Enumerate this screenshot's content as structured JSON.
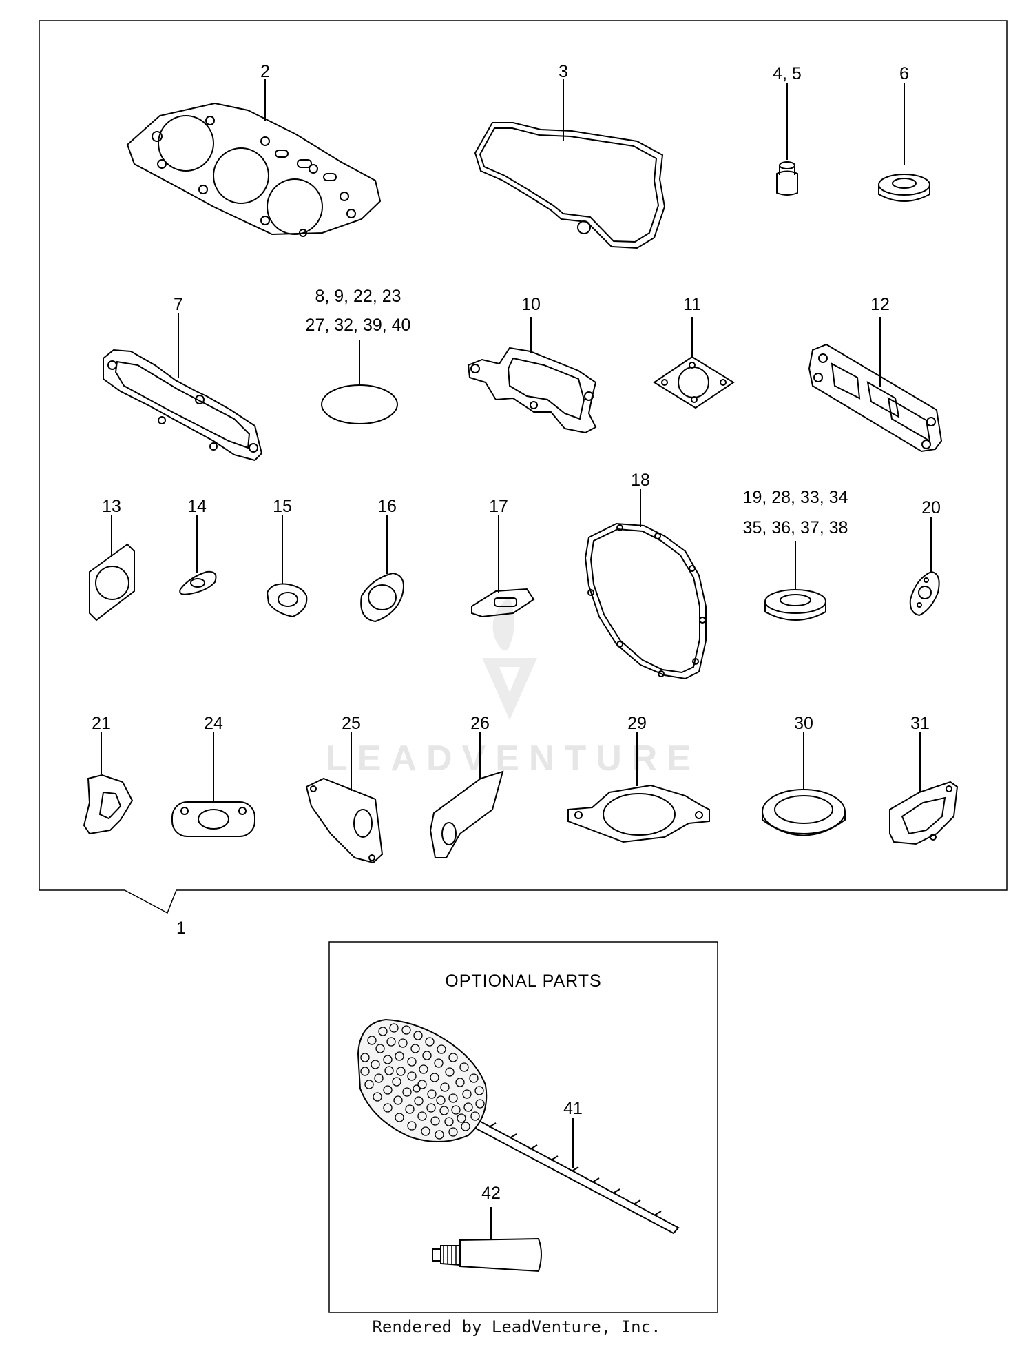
{
  "callouts": {
    "c1": "1",
    "c2": "2",
    "c3": "3",
    "c4_5": "4, 5",
    "c6": "6",
    "c7": "7",
    "c8_line1": "8,   9,   22,  23",
    "c8_line2": "27,   32,  39, 40",
    "c10": "10",
    "c11": "11",
    "c12": "12",
    "c13": "13",
    "c14": "14",
    "c15": "15",
    "c16": "16",
    "c17": "17",
    "c18": "18",
    "c19_line1": "19,   28,   33,  34",
    "c19_line2": "35,   36,   37,  38",
    "c20": "20",
    "c21": "21",
    "c24": "24",
    "c25": "25",
    "c26": "26",
    "c29": "29",
    "c30": "30",
    "c31": "31",
    "c41": "41",
    "c42": "42"
  },
  "optional_box": {
    "title": "OPTIONAL  PARTS"
  },
  "watermark": {
    "text": "LEADVENTURE"
  },
  "footer": {
    "text": "Rendered by LeadVenture, Inc."
  }
}
